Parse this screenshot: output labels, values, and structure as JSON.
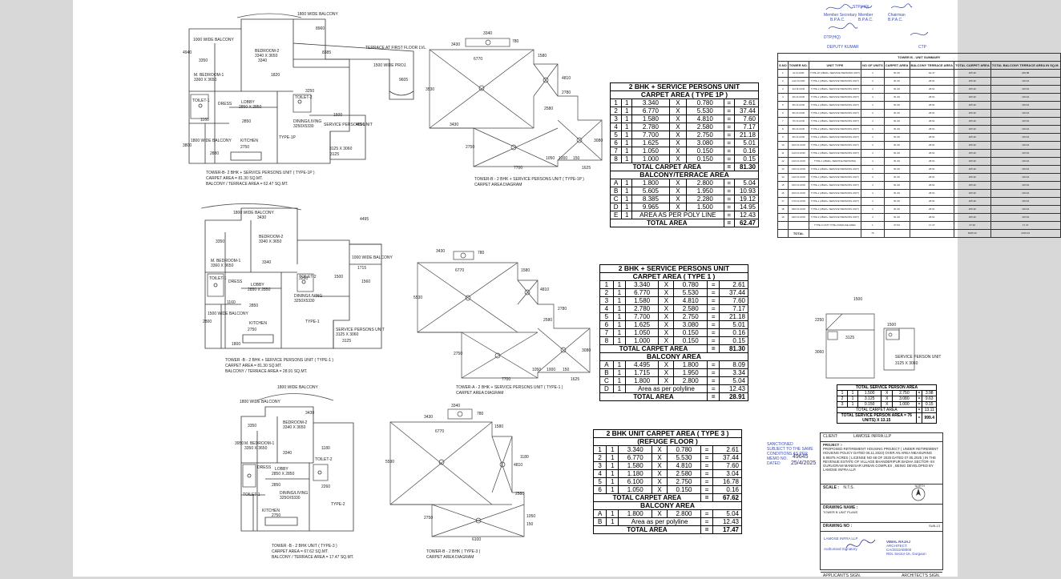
{
  "plans": [
    {
      "rooms": [
        "1800 WIDE BALCONY",
        "TERRACE AT FIRST FLOOR LVL.",
        "1000 WIDE BALCONY",
        "1500 WIDE PROJ.",
        "M. BEDROOM-1",
        "3360 X 3650",
        "BEDROOM-2",
        "3340 X 3650",
        "LOBBY",
        "2850 X 2850",
        "DINING/LIVING",
        "3250X5330",
        "1800 WIDE BALCONY",
        "KITCHEN",
        "SERVICE PERSONS UNIT",
        "3125 X 3060",
        "TYPE-1P",
        "TOILET-1",
        "TOILET-2",
        "DRESS"
      ],
      "dims": [
        "8960",
        "8385",
        "3350",
        "3340",
        "9605",
        "3250",
        "2850",
        "2750",
        "3125",
        "4940",
        "1160",
        "3800",
        "2880",
        "4550",
        "1500",
        "1820"
      ],
      "caption": [
        "TOWER-B- 2 BHK + SERVICE PERSONS UNIT ( TYPE-1P )",
        "CARPET AREA                        = 81.30 SQ.MT.",
        "BALCONY / TERRACE AREA = 62.47 SQ.MT."
      ]
    },
    {
      "rooms": [
        "1800 WIDE BALCONY",
        "1000 WIDE BALCONY",
        "M. BEDROOM-1",
        "3360 X 3650",
        "BEDROOM-2",
        "3340 X 3650",
        "LOBBY",
        "2850 X 2850",
        "DINING/LIVING",
        "3250X5330",
        "KITCHEN",
        "SERVICE PERSONS UNIT",
        "3125 X 3060",
        "TYPE-1",
        "1500 WIDE BALCONY",
        "TOILET-1",
        "TOILET-2",
        "DRESS"
      ],
      "dims": [
        "4495",
        "3430",
        "3350",
        "3340",
        "3250",
        "2850",
        "2750",
        "3125",
        "1715",
        "1560",
        "1500",
        "1160",
        "2800",
        "1800"
      ],
      "caption": [
        "TOWER -B - 2 BHK + SERVICE PERSONS UNIT ( TYPE-1 )",
        "CARPET AREA                        = 81.30 SQ.MT.",
        "BALCONY / TERRACE AREA = 28.91 SQ.MT."
      ]
    },
    {
      "rooms": [
        "1800 WIDE BALCONY",
        "1800 WIDE BALCONY",
        "M. BEDROOM-1",
        "3350 X 3650",
        "BEDROOM-2",
        "3340 X 3650",
        "LOBBY",
        "2850 X 2850",
        "DINING/LIVING",
        "3250X5330",
        "KITCHEN",
        "TYPE-2",
        "TOILET-1",
        "TOILET-2",
        "DRESS"
      ],
      "dims": [
        "3430",
        "3350",
        "3340",
        "2850",
        "2750",
        "1180",
        "3950",
        "2260"
      ],
      "caption": [
        "TOWER -B - 2 BHK UNIT ( TYPE-3 )",
        "CARPET AREA                   = 67.62 SQ.MT.",
        "BALCONY / TERRACE AREA = 17.47 SQ.MT."
      ]
    }
  ],
  "diagrams": [
    {
      "dims": [
        "3340",
        "3430",
        "6770",
        "1580",
        "780",
        "3530",
        "3430",
        "2780",
        "2580",
        "4810",
        "2750",
        "3080",
        "1050",
        "1000",
        "150",
        "7700",
        "1625"
      ],
      "caption": [
        "TOWER-B - 2 BHK + SERVICE PERSONS UNIT ( TYPE-1P )",
        "CARPET AREA DIAGRAM"
      ]
    },
    {
      "dims": [
        "3430",
        "780",
        "6770",
        "1580",
        "5530",
        "4810",
        "2780",
        "2580",
        "2750",
        "3080",
        "1050",
        "1000",
        "150",
        "7700",
        "1625"
      ],
      "caption": [
        "TOWER-A - 2 BHK + SERVICE PERSONS UNIT ( TYPE-1 )",
        "CARPET AREA DIAGRAM"
      ]
    },
    {
      "dims": [
        "3430",
        "3340",
        "780",
        "6770",
        "1580",
        "5530",
        "4810",
        "1180",
        "2580",
        "2750",
        "1050",
        "150",
        "6100"
      ],
      "caption": [
        "TOWER-B - 2 BHK ( TYPE-3 )",
        "CARPET AREA DIAGRAM"
      ]
    }
  ],
  "tables": [
    {
      "title1": "2 BHK + SERVICE PERSONS UNIT",
      "title2": "CARPET AREA ( TYPE 1P )",
      "rows": [
        [
          "1",
          "1",
          "3.340",
          "X",
          "0.780",
          "=",
          "2.61"
        ],
        [
          "2",
          "1",
          "6.770",
          "X",
          "5.530",
          "=",
          "37.44"
        ],
        [
          "3",
          "1",
          "1.580",
          "X",
          "4.810",
          "=",
          "7.60"
        ],
        [
          "4",
          "1",
          "2.780",
          "X",
          "2.580",
          "=",
          "7.17"
        ],
        [
          "5",
          "1",
          "7.700",
          "X",
          "2.750",
          "=",
          "21.18"
        ],
        [
          "6",
          "1",
          "1.625",
          "X",
          "3.080",
          "=",
          "5.01"
        ],
        [
          "7",
          "1",
          "1.050",
          "X",
          "0.150",
          "=",
          "0.16"
        ],
        [
          "8",
          "1",
          "1.000",
          "X",
          "0.150",
          "=",
          "0.15"
        ]
      ],
      "total_label": "TOTAL CARPET AREA",
      "total_eq": "=",
      "total_value": "81.30",
      "sub_title": "BALCONY/TERRACE AREA",
      "sub_rows": [
        [
          "A",
          "1",
          "1.800",
          "X",
          "2.800",
          "=",
          "5.04"
        ],
        [
          "B",
          "1",
          "5.605",
          "X",
          "1.950",
          "=",
          "10.93"
        ],
        [
          "C",
          "1",
          "8.385",
          "X",
          "2.280",
          "=",
          "19.12"
        ],
        [
          "D",
          "1",
          "9.965",
          "X",
          "1.500",
          "=",
          "14.95"
        ],
        [
          "E",
          "1",
          "AREA AS PER POLY LINE",
          "=",
          "12.43"
        ]
      ],
      "grand_label": "TOTAL AREA",
      "grand_eq": "=",
      "grand_value": "62.47"
    },
    {
      "title1": "2 BHK + SERVICE PERSONS UNIT",
      "title2": "CARPET AREA ( TYPE 1 )",
      "rows": [
        [
          "1",
          "1",
          "3.340",
          "X",
          "0.780",
          "=",
          "2.61"
        ],
        [
          "2",
          "1",
          "6.770",
          "X",
          "5.530",
          "=",
          "37.44"
        ],
        [
          "3",
          "1",
          "1.580",
          "X",
          "4.810",
          "=",
          "7.60"
        ],
        [
          "4",
          "1",
          "2.780",
          "X",
          "2.580",
          "=",
          "7.17"
        ],
        [
          "5",
          "1",
          "7.700",
          "X",
          "2.750",
          "=",
          "21.18"
        ],
        [
          "6",
          "1",
          "1.625",
          "X",
          "3.080",
          "=",
          "5.01"
        ],
        [
          "7",
          "1",
          "1.050",
          "X",
          "0.150",
          "=",
          "0.16"
        ],
        [
          "8",
          "1",
          "1.000",
          "X",
          "0.150",
          "=",
          "0.15"
        ]
      ],
      "total_label": "TOTAL CARPET AREA",
      "total_eq": "=",
      "total_value": "81.30",
      "sub_title": "BALCONY AREA",
      "sub_rows": [
        [
          "A",
          "1",
          "4.495",
          "X",
          "1.800",
          "=",
          "8.09"
        ],
        [
          "B",
          "1",
          "1.715",
          "X",
          "1.950",
          "=",
          "3.34"
        ],
        [
          "C",
          "1",
          "1.800",
          "X",
          "2.800",
          "=",
          "5.04"
        ],
        [
          "D",
          "1",
          "Area as per polyline",
          "=",
          "12.43"
        ]
      ],
      "grand_label": "TOTAL AREA",
      "grand_eq": "=",
      "grand_value": "28.91"
    },
    {
      "title1": "2 BHK UNIT CARPET AREA ( TYPE 3 )",
      "title2": "(REFUGE FLOOR )",
      "rows": [
        [
          "1",
          "1",
          "3.340",
          "X",
          "0.780",
          "=",
          "2.61"
        ],
        [
          "2",
          "1",
          "6.770",
          "X",
          "5.530",
          "=",
          "37.44"
        ],
        [
          "3",
          "1",
          "1.580",
          "X",
          "4.810",
          "=",
          "7.60"
        ],
        [
          "4",
          "1",
          "1.180",
          "X",
          "2.580",
          "=",
          "3.04"
        ],
        [
          "5",
          "1",
          "6.100",
          "X",
          "2.750",
          "=",
          "16.78"
        ],
        [
          "6",
          "1",
          "1.050",
          "X",
          "0.150",
          "=",
          "0.16"
        ]
      ],
      "total_label": "TOTAL CARPET AREA",
      "total_eq": "=",
      "total_value": "67.62",
      "sub_title": "BALCONY AREA",
      "sub_rows": [
        [
          "A",
          "1",
          "1.800",
          "X",
          "2.800",
          "=",
          "5.04"
        ],
        [
          "B",
          "1",
          "Area as per polyline",
          "=",
          "12.43"
        ]
      ],
      "grand_label": "TOTAL AREA",
      "grand_eq": "=",
      "grand_value": "17.47"
    }
  ],
  "summary": {
    "title": "TOWER B - UNIT SUMMARY",
    "headers": [
      "S.NO",
      "TOWER NO.",
      "UNIT TYPE",
      "NO OF UNITS",
      "CARPET AREA",
      "BALCONY TERRACE AREA",
      "TOTAL CARPET AREA",
      "TOTAL BALCONY TERRACE AREA IN SQ.M."
    ],
    "rows": [
      [
        "1",
        "Ist FLOOR",
        "TYPE-1P (2BHK+ SERVICE PERSONS UNIT)",
        "4",
        "81.30",
        "62.47",
        "325.20",
        "249.88"
      ],
      [
        "2",
        "2nd FLOOR",
        "TYPE-1 (2BHK+ SERVICE PERSONS UNIT)",
        "4",
        "81.30",
        "28.91",
        "325.20",
        "115.64"
      ],
      [
        "3",
        "3rd FLOOR",
        "TYPE-1 (2BHK+ SERVICE PERSONS UNIT)",
        "4",
        "81.30",
        "28.91",
        "325.20",
        "115.64"
      ],
      [
        "4",
        "4th FLOOR",
        "TYPE-1 (2BHK+ SERVICE PERSONS UNIT)",
        "4",
        "81.30",
        "28.91",
        "325.20",
        "115.64"
      ],
      [
        "5",
        "5th FLOOR",
        "TYPE-1 (2BHK+ SERVICE PERSONS UNIT)",
        "4",
        "81.30",
        "28.91",
        "325.20",
        "115.64"
      ],
      [
        "6",
        "6th FLOOR",
        "TYPE-1 (2BHK+ SERVICE PERSONS UNIT)",
        "4",
        "81.30",
        "28.91",
        "325.20",
        "115.64"
      ],
      [
        "7",
        "7th FLOOR",
        "TYPE-1 (2BHK+ SERVICE PERSONS UNIT)",
        "4",
        "81.30",
        "28.91",
        "325.20",
        "115.64"
      ],
      [
        "8",
        "8th FLOOR",
        "TYPE-1 (2BHK+ SERVICE PERSONS UNIT)",
        "4",
        "81.30",
        "28.91",
        "325.20",
        "115.64"
      ],
      [
        "9",
        "9th FLOOR",
        "TYPE-1 (2BHK+ SERVICE PERSONS UNIT)",
        "4",
        "81.30",
        "28.91",
        "325.20",
        "115.64"
      ],
      [
        "10",
        "10th FLOOR",
        "TYPE-1 (2BHK+ SERVICE PERSONS UNIT)",
        "4",
        "81.30",
        "28.91",
        "325.20",
        "115.64"
      ],
      [
        "11",
        "11th FLOOR",
        "TYPE-1 (2BHK+ SERVICE PERSONS UNIT)",
        "4",
        "81.30",
        "28.91",
        "325.20",
        "115.64"
      ],
      [
        "12",
        "12th FLOOR",
        "TYPE-1 (2BHK+ SERVICE PERSONS)",
        "4",
        "81.30",
        "28.91",
        "325.20",
        "115.64"
      ],
      [
        "13",
        "13th FLOOR",
        "TYPE-1 (2BHK+ SERVICE PERSONS UNIT)",
        "4",
        "81.30",
        "28.91",
        "325.20",
        "115.64"
      ],
      [
        "14",
        "14th FLOOR",
        "TYPE-1 (2BHK+ SERVICE PERSONS UNIT)",
        "4",
        "81.30",
        "28.91",
        "325.20",
        "115.64"
      ],
      [
        "15",
        "15th FLOOR",
        "TYPE-1 (2BHK+ SERVICE PERSONS UNIT)",
        "4",
        "81.30",
        "28.91",
        "325.20",
        "115.64"
      ],
      [
        "16",
        "16th FLOOR",
        "TYPE-1 (2BHK+ SERVICE PERSONS UNIT)",
        "4",
        "81.30",
        "28.91",
        "325.20",
        "115.64"
      ],
      [
        "17",
        "17th FLOOR",
        "TYPE-1 (2BHK+ SERVICE PERSONS UNIT)",
        "4",
        "81.30",
        "28.91",
        "325.20",
        "115.64"
      ],
      [
        "18",
        "18th FLOOR",
        "TYPE-1 (2BHK+ SERVICE PERSONS UNIT)",
        "4",
        "81.30",
        "28.91",
        "325.20",
        "115.64"
      ],
      [
        "19",
        "19th FLOOR",
        "TYPE-3 (2BHK+ SERVICE PERSONS UNIT)",
        "4",
        "81.30",
        "28.91",
        "325.20",
        "115.64"
      ],
      [
        "",
        "",
        "TYPE-3 UNIT TYPE-3 REFUGE AREA",
        "1",
        "67.62",
        "17.47",
        "67.62",
        "17.47"
      ]
    ],
    "total": [
      "",
      "TOTAL",
      "",
      "76",
      "",
      "",
      "6065.42",
      "2319.91"
    ]
  },
  "service_plan": {
    "dims": [
      "1500",
      "1500",
      "2250",
      "3125",
      "3060"
    ],
    "labels": [
      "SERVICE PERSON UNIT",
      "3125 X 3060"
    ]
  },
  "service_table": {
    "title": "TOTAL SERVICE PERSON AREA",
    "rows": [
      [
        "1",
        "1",
        "1.500",
        "X",
        "2.750",
        "=",
        "3.98"
      ],
      [
        "2",
        "1",
        "3.125",
        "X",
        "3.080",
        "=",
        "9.63"
      ],
      [
        "3",
        "1",
        "0.150",
        "X",
        "1.000",
        "=",
        "0.15"
      ]
    ],
    "subtotal": [
      "TOTAL CARPET AREA",
      "=",
      "13.11"
    ],
    "total": [
      "TOTAL SERVICE PERSON AREA = 76 UNITS) X 13.15",
      "=",
      "999.4"
    ]
  },
  "stamps": {
    "top": [
      "Member Secretary",
      "B.P.A.C.",
      "Member",
      "B.P.A.C.",
      "Chairman",
      "B.P.A.C.",
      "STP(HQ)",
      "DTP(HQ)",
      "DEPUTY KUMAR",
      "CTP"
    ],
    "sanction": [
      "SANCTIONED",
      "SUBJECT TO THE SAME",
      "CONDITIONS AS PER",
      "MEMO NO.",
      "DATED",
      "49645",
      "25/4/2025"
    ]
  },
  "title_block": {
    "client_label": "CLIENT:",
    "client": "LAMOSE INFRA LLP",
    "project_label": "PROJECT :-",
    "project": "PROPOSED RETIREMENT HOUSING PROJECT ( UNDER RETIREMENT HOUSING POLICY DATED 06.11.2024) OVER AN AREA MEASURING 5.99375 ACRES ( LICENSE NO 68 OF 2025 DATED 07.05.2025 ) IN THE REVENUE ESTATE OF VILLAGE BHANDERIPUR BADHA SECTOR- 84 GURUGRAM MANESAR URBAN COMPLEX , BEING DEVELOPED BY LAMOSE INFRA LLP.",
    "scale_label": "SCALE :",
    "scale": "N.T.S.",
    "north": "NORTH",
    "drawing_name_label": "DRAWING NAME :",
    "drawing_name": "TOWER B UNIT PLANS",
    "drawing_no_label": "DRAWING NO :",
    "drawing_no": "SUB-13",
    "sign_left": [
      "LAMOSE INFRA LLP",
      "Authorised Signatory"
    ],
    "sign_right": [
      "VIMAL RAJAJ",
      "ARCHITECT",
      "CA/2010/48000",
      "RDL Sector-16, Gurgaon"
    ],
    "applicant": "APPLICANT'S SIGN.",
    "architect": "ARCHITECT'S SIGN."
  }
}
